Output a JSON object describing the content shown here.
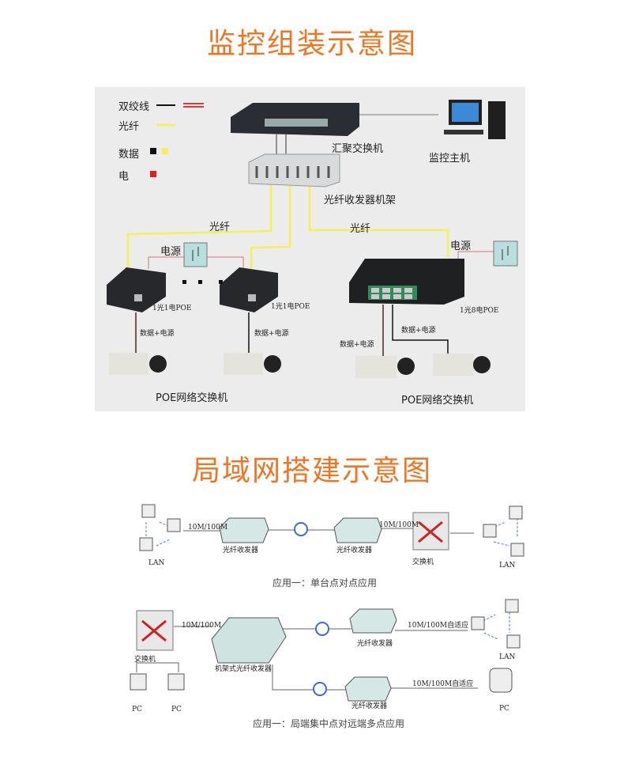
{
  "section1": {
    "title": "监控组装示意图",
    "legend": {
      "twisted_pair": "双绞线",
      "fiber": "光纤",
      "data": "数据",
      "power": "电"
    },
    "colors": {
      "fiber": "#f5f05a",
      "power": "#e02020",
      "data": "#111111",
      "title": "#f07522"
    },
    "labels": {
      "aggregation_switch": "汇聚交换机",
      "monitor_host": "监控主机",
      "fiber_rack": "光纤收发器机架",
      "fiber_left": "光纤",
      "fiber_right": "光纤",
      "power_left": "电源",
      "power_right": "电源",
      "conv1": "1光1电POE",
      "conv2": "1光1电POE",
      "poe8": "1光8电POE",
      "dp1": "数据+电源",
      "dp2": "数据+电源",
      "dp3": "数据+电源",
      "dp4": "数据+电源",
      "poe_left": "POE网络交换机",
      "poe_right": "POE网络交换机"
    }
  },
  "section2": {
    "title": "局域网搭建示意图",
    "row1": {
      "lan_left": "LAN",
      "speed1": "10M/100M",
      "conv1": "光纤收发器",
      "conv2": "光纤收发器",
      "speed2": "10M/100M",
      "switch": "交换机",
      "lan_right": "LAN",
      "caption": "应用一：单台点对点应用"
    },
    "row2": {
      "switch": "交换机",
      "speed": "10M/100M",
      "rack": "机架式光纤收发器",
      "conv1": "光纤收发器",
      "conv2": "光纤收发器",
      "speed_adapt1": "10M/100M自适应",
      "speed_adapt2": "10M/100M自适应",
      "lan": "LAN",
      "pc1": "PC",
      "pc2": "PC",
      "pc3": "PC",
      "caption": "应用一：局端集中点对远端多点应用"
    }
  }
}
